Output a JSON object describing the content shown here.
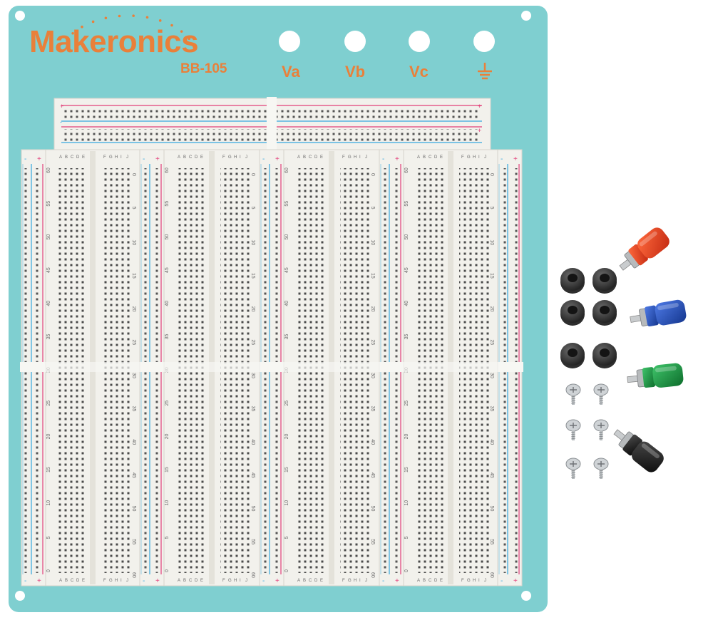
{
  "branding": {
    "logo_text": "Makeronics",
    "model": "BB-105"
  },
  "posts": [
    {
      "label": "Va"
    },
    {
      "label": "Vb"
    },
    {
      "label": "Vc"
    },
    {
      "label": "",
      "icon": "ground-symbol-icon"
    }
  ],
  "breadboard": {
    "column_letters_a": "ABCDE",
    "column_letters_b": "FGHIJ",
    "row_numbers": [
      "0",
      "5",
      "10",
      "15",
      "20",
      "25",
      "30",
      "35",
      "40",
      "45",
      "50",
      "55",
      "60"
    ],
    "rail_signs": [
      "+",
      "-"
    ]
  },
  "colors": {
    "panel": "#7fcfd0",
    "accent": "#e9803a",
    "board": "#f2f1ec",
    "rail_red": "#e2407a",
    "rail_blue": "#35a8de",
    "post_red": "#e2351f",
    "post_blue": "#1f4fc0",
    "post_green": "#15923e",
    "post_black": "#1c1c1c",
    "foot": "#2e2e2e"
  },
  "accessories": {
    "rubber_feet": 6,
    "screws": 6,
    "binding_posts": [
      "red",
      "blue",
      "green",
      "black"
    ]
  }
}
